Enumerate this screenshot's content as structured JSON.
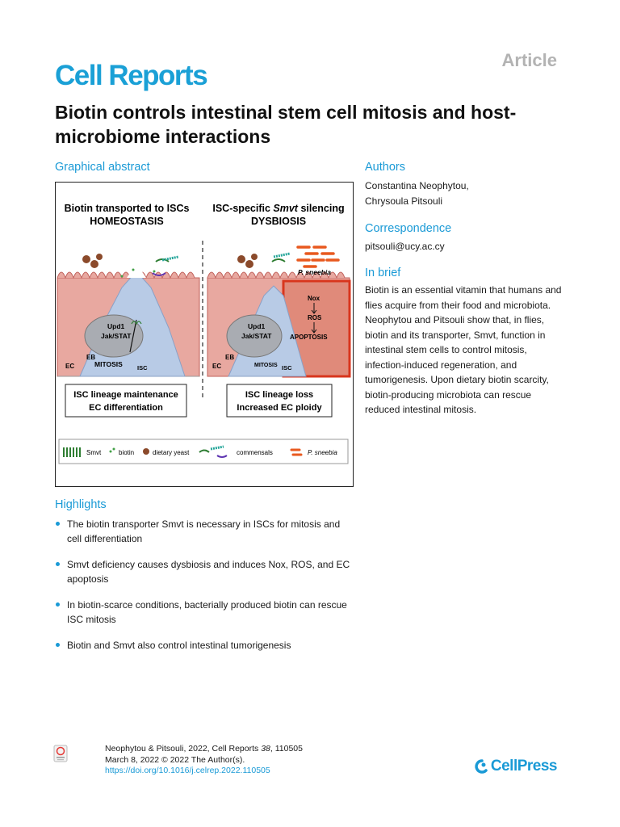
{
  "journal": "Cell Reports",
  "article_type": "Article",
  "title": "Biotin controls intestinal stem cell mitosis and host-microbiome interactions",
  "graphical_abstract": {
    "heading": "Graphical abstract",
    "left_panel": {
      "line1": "Biotin transported to ISCs",
      "line2": "HOMEOSTASIS",
      "upd1": "Upd1",
      "jak": "Jak/STAT",
      "eb": "EB",
      "ec": "EC",
      "mitosis": "MITOSIS",
      "isc": "ISC",
      "box1": "ISC lineage maintenance",
      "box2": "EC differentiation"
    },
    "right_panel": {
      "line1_pre": "ISC-specific ",
      "line1_em": "Smvt",
      "line1_post": " silencing",
      "line2": "DYSBIOSIS",
      "species": "P. sneebia",
      "nox": "Nox",
      "ros": "ROS",
      "apoptosis": "APOPTOSIS",
      "upd1": "Upd1",
      "jak": "Jak/STAT",
      "eb": "EB",
      "ec": "EC",
      "mitosis": "MITOSIS",
      "isc": "ISC",
      "box1": "ISC lineage loss",
      "box2": "Increased EC ploidy"
    },
    "legend": {
      "smvt": "Smvt",
      "biotin": "biotin",
      "yeast": "dietary yeast",
      "commensals": "commensals",
      "species": "P. sneebia"
    }
  },
  "authors": {
    "heading": "Authors",
    "names": [
      "Constantina Neophytou,",
      "Chrysoula Pitsouli"
    ]
  },
  "correspondence": {
    "heading": "Correspondence",
    "email": "pitsouli@ucy.ac.cy"
  },
  "in_brief": {
    "heading": "In brief",
    "text": "Biotin is an essential vitamin that humans and flies acquire from their food and microbiota. Neophytou and Pitsouli show that, in flies, biotin and its transporter, Smvt, function in intestinal stem cells to control mitosis, infection-induced regeneration, and tumorigenesis. Upon dietary biotin scarcity, biotin-producing microbiota can rescue reduced intestinal mitosis."
  },
  "highlights": {
    "heading": "Highlights",
    "items": [
      "The biotin transporter Smvt is necessary in ISCs for mitosis and cell differentiation",
      "Smvt deficiency causes dysbiosis and induces Nox, ROS, and EC apoptosis",
      "In biotin-scarce conditions, bacterially produced biotin can rescue ISC mitosis",
      "Biotin and Smvt also control intestinal tumorigenesis"
    ]
  },
  "footer": {
    "citation_pre": "Neophytou & Pitsouli, 2022, Cell Reports ",
    "volume": "38",
    "citation_post": ", 110505",
    "date": "March 8, 2022 © 2022 The Author(s).",
    "doi": "https://doi.org/10.1016/j.celrep.2022.110505"
  },
  "publisher": "CellPress"
}
